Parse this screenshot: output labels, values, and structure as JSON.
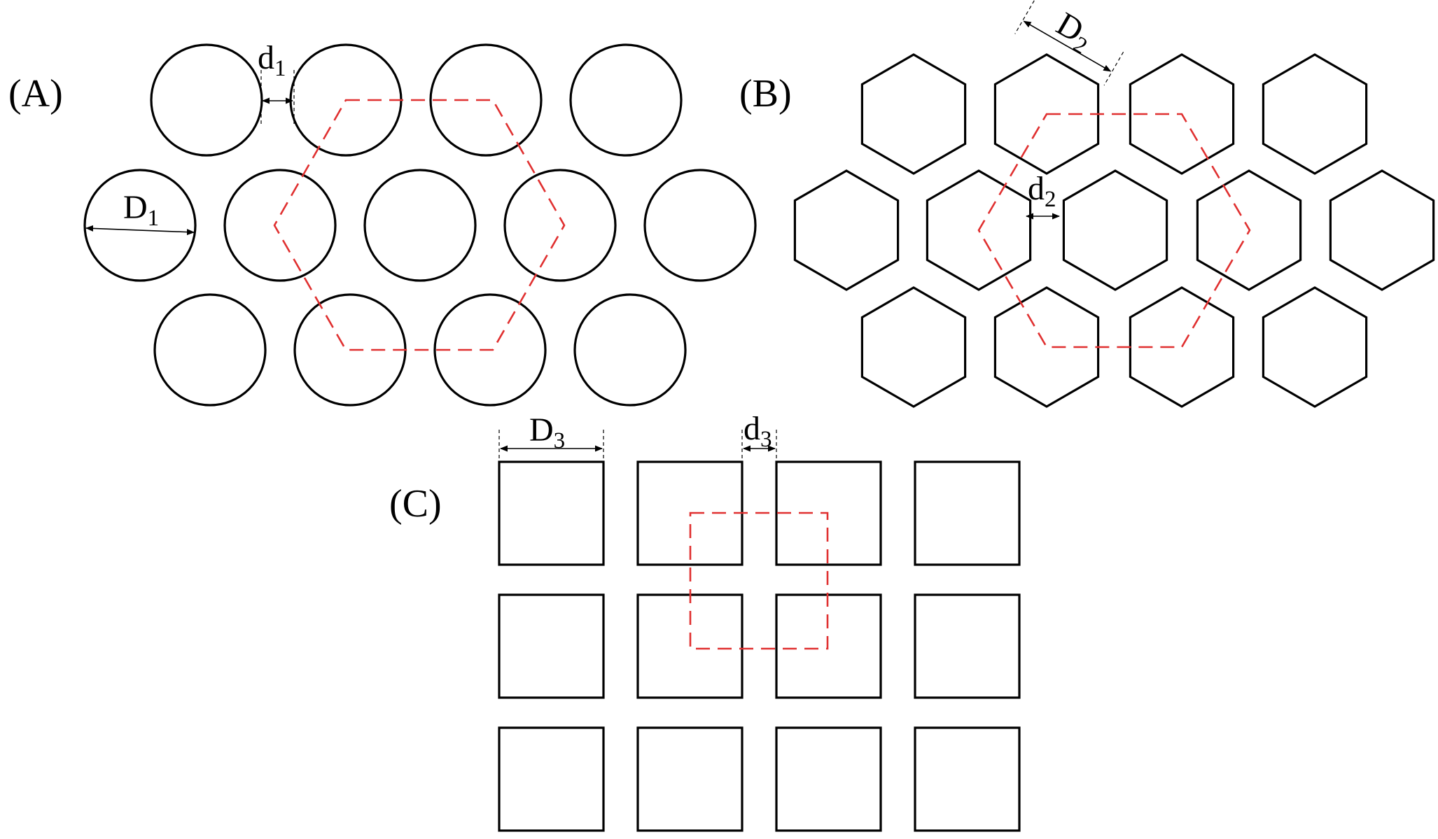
{
  "panels": {
    "A": {
      "label": "(A)",
      "shape": "circle",
      "diameter_label": "D",
      "diameter_sub": "1",
      "spacing_label": "d",
      "spacing_sub": "1",
      "rows": [
        4,
        5,
        4
      ],
      "unit_cell": "hexagon"
    },
    "B": {
      "label": "(B)",
      "shape": "hexagon",
      "diameter_label": "D",
      "diameter_sub": "2",
      "spacing_label": "d",
      "spacing_sub": "2",
      "rows": [
        4,
        5,
        4
      ],
      "unit_cell": "hexagon"
    },
    "C": {
      "label": "(C)",
      "shape": "square",
      "diameter_label": "D",
      "diameter_sub": "3",
      "spacing_label": "d",
      "spacing_sub": "3",
      "rows": [
        4,
        4,
        4
      ],
      "unit_cell": "square"
    }
  },
  "colors": {
    "outline": "#000000",
    "unit_cell": "#e03030",
    "background": "#ffffff"
  }
}
